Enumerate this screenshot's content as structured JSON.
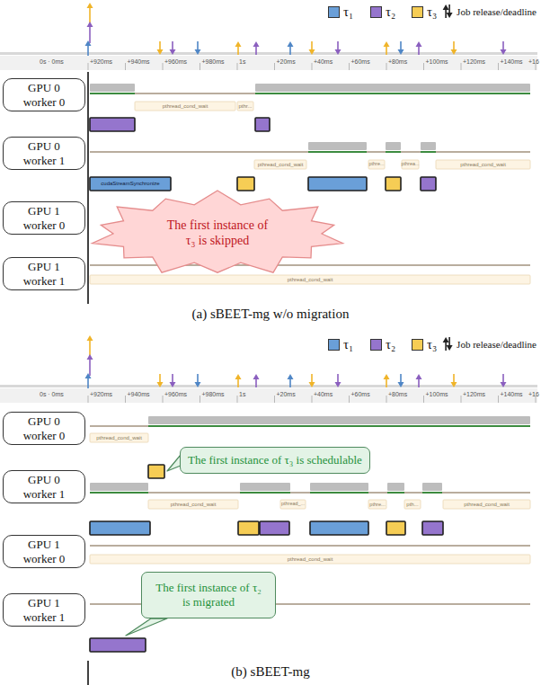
{
  "diagram": {
    "nodes": [
      {
        "text": [
          "GPU 0 worker 0"
        ]
      },
      {
        "text": [
          "GPU 0 worker 1"
        ]
      },
      {
        "text": [
          "GPU 1 worker 0"
        ]
      },
      {
        "text": [
          "GPU 1 worker 1"
        ]
      },
      {
        "text": [
          "The first instance of τ₃ is skipped"
        ]
      },
      {
        "text": [
          "GPU 0 worker 0"
        ]
      },
      {
        "text": [
          "GPU 0 worker 1"
        ]
      },
      {
        "text": [
          "GPU 1 worker 0"
        ]
      },
      {
        "text": [
          "GPU 1 worker 1"
        ]
      },
      {
        "text": [
          "The first instance of τ₃ is schedulable"
        ]
      },
      {
        "text": [
          "The first instance of τ₂ is migrated"
        ]
      }
    ],
    "labels": [
      "0s · 0ms",
      "+920ms",
      "+940ms",
      "+960ms",
      "+980ms",
      "1s",
      "+20ms",
      "+40ms",
      "+60ms",
      "+80ms",
      "+100ms",
      "+120ms",
      "+140ms",
      "+16",
      "pthread_cond_wait",
      "pthr...",
      "pthread_cond_wait",
      "pthre...",
      "pthrea...",
      "pthread_cond_wait",
      "pthread_cond_wait",
      "cudaStreamSynchronize",
      "(a) sBEET-mg w/o migration",
      "0s · 0ms",
      "+920ms",
      "+940ms",
      "+960ms",
      "+980ms",
      "1s",
      "+20ms",
      "+40ms",
      "+60ms",
      "+80ms",
      "+100ms",
      "+120ms",
      "+140ms",
      "+16",
      "pthread_cond_wait",
      "pthread_cond_wait",
      "pthread_...",
      "pthre...",
      "pth...",
      "pthread_cond_wait",
      "pthread_cond_wait",
      "(b) sBEET-mg"
    ],
    "legend": [
      {
        "text": "τ₁",
        "color": "#6a9fd8"
      },
      {
        "text": "τ₂",
        "color": "#9575cd"
      },
      {
        "text": "τ₃",
        "color": "#f6cd55"
      },
      {
        "text": "Job release/deadline"
      },
      {
        "text": "τ₁",
        "color": "#6a9fd8"
      },
      {
        "text": "τ₂",
        "color": "#9575cd"
      },
      {
        "text": "τ₃",
        "color": "#f6cd55"
      },
      {
        "text": "Job release/deadline"
      }
    ]
  }
}
